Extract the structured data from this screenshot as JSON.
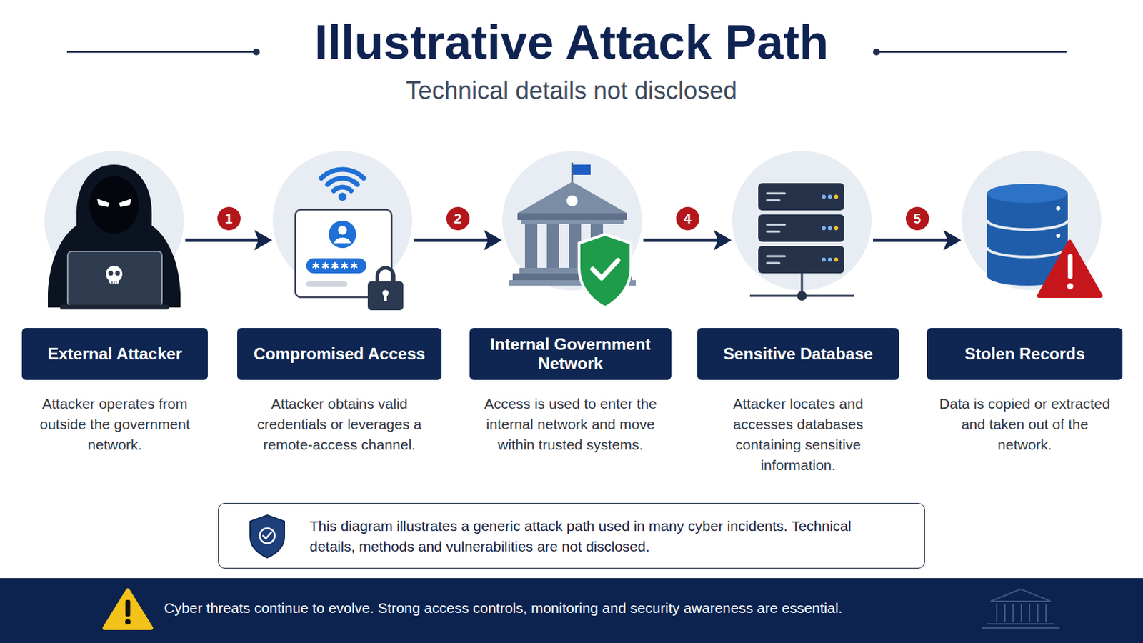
{
  "diagram": {
    "title": "Illustrative Attack Path",
    "nodes": [
      {
        "text": [
          "External Attacker",
          "Attacker operates from outside the government network."
        ]
      },
      {
        "text": [
          "Compromised Access",
          "Attacker obtains valid credentials or leverages a remote-access channel."
        ]
      },
      {
        "text": [
          "Internal Government Network",
          "Access is used to enter the internal network and move within trusted systems."
        ]
      },
      {
        "text": [
          "Sensitive Database",
          "Attacker locates and accesses databases containing sensitive information."
        ]
      },
      {
        "text": [
          "Stolen Records",
          "Data is copied or extracted and taken out of the network."
        ]
      },
      {
        "text": [
          "This diagram illustrates a generic attack path used in many cyber incidents. Technical details, methods and vulnerabilities are not disclosed."
        ]
      },
      {
        "text": [
          "Cyber threats continue to evolve. Strong access controls, monitoring and security awareness are essential."
        ]
      }
    ],
    "edges": [
      {
        "from": 0,
        "to": 1,
        "arrow": "to",
        "label": "1"
      },
      {
        "from": 1,
        "to": 2,
        "arrow": "to",
        "label": "2"
      },
      {
        "from": 2,
        "to": 3,
        "arrow": "to",
        "label": "4"
      },
      {
        "from": 3,
        "to": 4,
        "arrow": "to",
        "label": "5"
      }
    ],
    "labels": [
      "Technical details not disclosed"
    ]
  }
}
